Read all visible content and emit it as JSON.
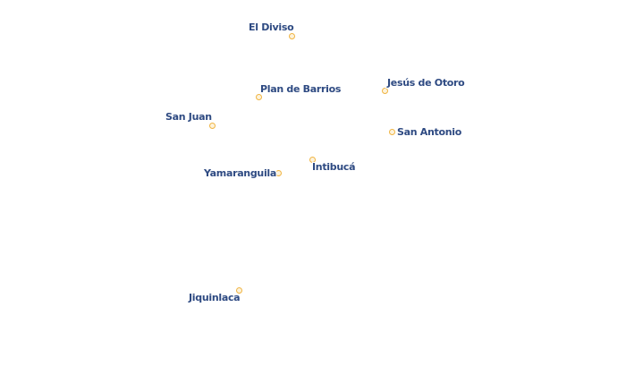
{
  "map": {
    "places": [
      {
        "id": "el-diviso",
        "name": "El Diviso"
      },
      {
        "id": "plan-de-barrios",
        "name": "Plan de Barrios"
      },
      {
        "id": "jesus-de-otoro",
        "name": "Jesús de Otoro"
      },
      {
        "id": "san-juan",
        "name": "San Juan"
      },
      {
        "id": "san-antonio",
        "name": "San Antonio"
      },
      {
        "id": "intibuca",
        "name": "Intibucá"
      },
      {
        "id": "yamaranguila",
        "name": "Yamaranguila"
      },
      {
        "id": "jiquinlaca",
        "name": "Jiquinlaca"
      }
    ],
    "colors": {
      "label": "#2e4a82",
      "label_halo": "#ffffff",
      "marker_stroke": "#f0b442",
      "marker_fill": "#fdf3dc",
      "background": "#ffffff"
    }
  }
}
